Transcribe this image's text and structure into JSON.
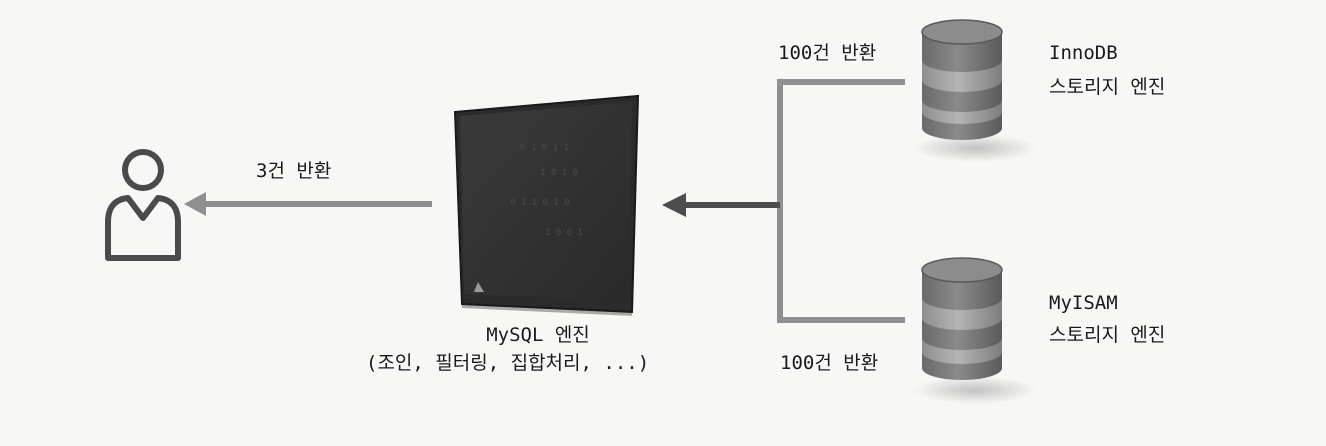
{
  "diagram": {
    "user_label": "3건 반환",
    "engine": {
      "name": "MySQL 엔진",
      "description": "(조인, 필터링, 집합처리, ...)"
    },
    "storage_engines": [
      {
        "name": "InnoDB",
        "subtitle": "스토리지 엔진",
        "returned": "100건 반환"
      },
      {
        "name": "MyISAM",
        "subtitle": "스토리지 엔진",
        "returned": "100건 반환"
      }
    ]
  }
}
